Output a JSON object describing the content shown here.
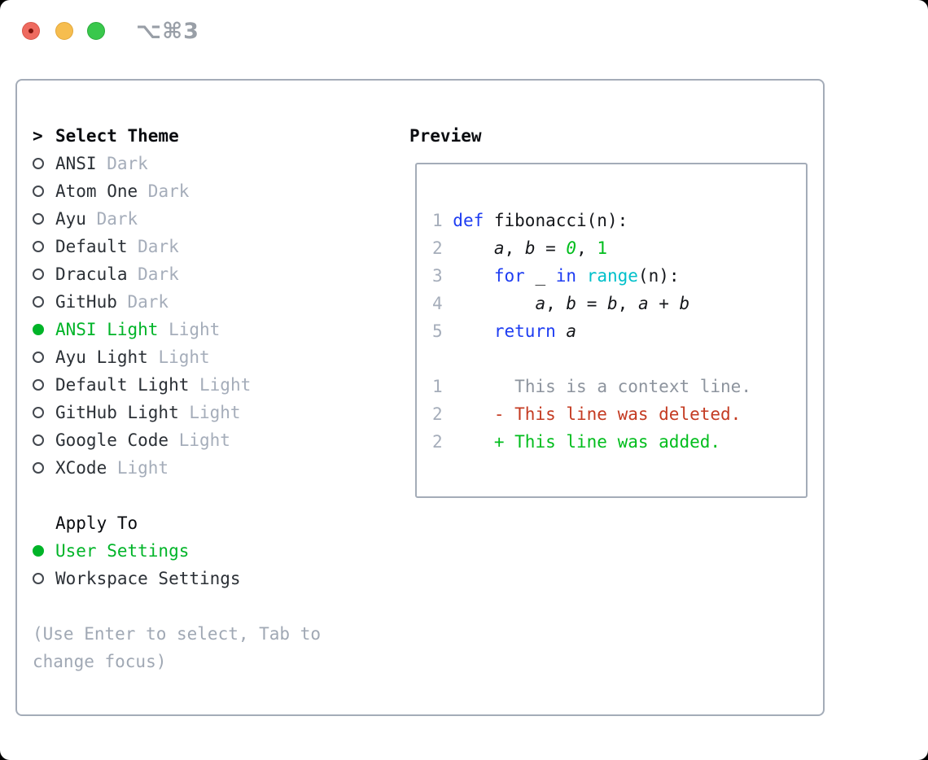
{
  "window": {
    "shortcut_label": "⌥⌘3",
    "traffic_lights": [
      "close",
      "minimize",
      "zoom"
    ]
  },
  "theme_panel": {
    "cursor": ">",
    "title": "Select Theme",
    "items": [
      {
        "label": "ANSI",
        "variant": "Dark",
        "selected": false
      },
      {
        "label": "Atom One",
        "variant": "Dark",
        "selected": false
      },
      {
        "label": "Ayu",
        "variant": "Dark",
        "selected": false
      },
      {
        "label": "Default",
        "variant": "Dark",
        "selected": false
      },
      {
        "label": "Dracula",
        "variant": "Dark",
        "selected": false
      },
      {
        "label": "GitHub",
        "variant": "Dark",
        "selected": false
      },
      {
        "label": "ANSI Light",
        "variant": "Light",
        "selected": true
      },
      {
        "label": "Ayu Light",
        "variant": "Light",
        "selected": false
      },
      {
        "label": "Default Light",
        "variant": "Light",
        "selected": false
      },
      {
        "label": "GitHub Light",
        "variant": "Light",
        "selected": false
      },
      {
        "label": "Google Code",
        "variant": "Light",
        "selected": false
      },
      {
        "label": "XCode",
        "variant": "Light",
        "selected": false
      }
    ],
    "apply_to": {
      "title": "Apply To",
      "options": [
        {
          "label": "User Settings",
          "selected": true
        },
        {
          "label": "Workspace Settings",
          "selected": false
        }
      ]
    },
    "hint_lines": [
      "(Use Enter to select, Tab to",
      "change focus)"
    ]
  },
  "preview_panel": {
    "title": "Preview",
    "code_lines": [
      [
        {
          "t": "1 ",
          "c": "ln"
        },
        {
          "t": "def",
          "c": "kw"
        },
        {
          "t": " fibonacci(n):",
          "c": "tx"
        }
      ],
      [
        {
          "t": "2 ",
          "c": "ln"
        },
        {
          "t": "    ",
          "c": "tx"
        },
        {
          "t": "a",
          "c": "tx it"
        },
        {
          "t": ", ",
          "c": "tx"
        },
        {
          "t": "b",
          "c": "tx it"
        },
        {
          "t": " = ",
          "c": "tx"
        },
        {
          "t": "0",
          "c": "nm it"
        },
        {
          "t": ", ",
          "c": "tx"
        },
        {
          "t": "1",
          "c": "nm"
        }
      ],
      [
        {
          "t": "3 ",
          "c": "ln"
        },
        {
          "t": "    ",
          "c": "tx"
        },
        {
          "t": "for",
          "c": "kw"
        },
        {
          "t": " _ ",
          "c": "tx"
        },
        {
          "t": "in",
          "c": "kw"
        },
        {
          "t": " ",
          "c": "tx"
        },
        {
          "t": "range",
          "c": "cy"
        },
        {
          "t": "(n):",
          "c": "tx"
        }
      ],
      [
        {
          "t": "4 ",
          "c": "ln"
        },
        {
          "t": "        ",
          "c": "tx"
        },
        {
          "t": "a",
          "c": "tx it"
        },
        {
          "t": ", ",
          "c": "tx"
        },
        {
          "t": "b",
          "c": "tx it"
        },
        {
          "t": " = ",
          "c": "tx"
        },
        {
          "t": "b",
          "c": "tx it"
        },
        {
          "t": ", ",
          "c": "tx"
        },
        {
          "t": "a",
          "c": "tx it"
        },
        {
          "t": " + ",
          "c": "tx"
        },
        {
          "t": "b",
          "c": "tx it"
        }
      ],
      [
        {
          "t": "5 ",
          "c": "ln"
        },
        {
          "t": "    ",
          "c": "tx"
        },
        {
          "t": "return",
          "c": "kw"
        },
        {
          "t": " ",
          "c": "tx"
        },
        {
          "t": "a",
          "c": "tx it"
        }
      ],
      [],
      [
        {
          "t": "1",
          "c": "ln"
        },
        {
          "t": "       ",
          "c": "tx"
        },
        {
          "t": "This is a context line.",
          "c": "ctx"
        }
      ],
      [
        {
          "t": "2",
          "c": "ln"
        },
        {
          "t": "     ",
          "c": "tx"
        },
        {
          "t": "- This line was deleted.",
          "c": "del"
        }
      ],
      [
        {
          "t": "2",
          "c": "ln"
        },
        {
          "t": "     ",
          "c": "tx"
        },
        {
          "t": "+ This line was added.",
          "c": "add"
        }
      ]
    ]
  },
  "colors": {
    "selection_green": "#00b428",
    "keyword_blue": "#1d3cf2",
    "builtin_cyan": "#00c0ca",
    "number_green": "#00bd1c",
    "deleted_red": "#c43b22",
    "added_green": "#00bd1c",
    "muted_gray": "#a5adba",
    "border_gray": "#a4acb8"
  }
}
